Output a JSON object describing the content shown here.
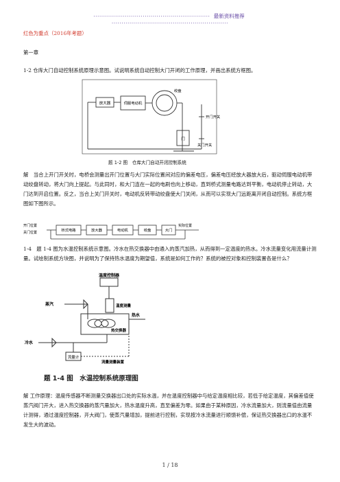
{
  "header": {
    "title": "最新资料推荐"
  },
  "note": "红色为重点（2016年考题）",
  "chapter": "第一章",
  "q1": {
    "text": "1-2 仓库大门自动控制系统原理示意图。试说明系统自动控制大门开闭的工作原理，并画出系统方框图。",
    "fig_caption": "题 1-2 图　仓库大门自动开闭控制系统",
    "labels": {
      "amp": "放大器",
      "motor": "伺服电动机",
      "drum": "绞盘",
      "door": "门",
      "open": "开门开关",
      "close": "关门开关"
    },
    "answer": "解　当合上开门开关时，电桥会测量出开门位置与大门实际位置间对应的偏差电压，偏差电压经放大器放大后，驱动伺服电动机带动绞盘转动，将大门向上提起。与此同时，和大门连在一起的电刷也向上移动，直到桥式测量电路达到平衡，电动机停止转动，大门达到开启位置。反之，当合上关门开关时，电动机反转带动绞盘使大门关闭，从而可以实现大门远距离开闭自动控制。系统方框图如下图所示。",
    "block": {
      "in1": "开门位置",
      "in2": "关门位置",
      "b1": "桥式电路",
      "b2": "放大器",
      "b3": "电动机",
      "b4": "绞盘",
      "b5": "大门",
      "out": "实际位置"
    }
  },
  "q2": {
    "text": "1-4　题 1-4 图为水温控制系统示意图。冷水在热交换器中由通入的蒸汽加热，从而得到一定温度的热水。冷水流量变化用流量计测量。试绘制系统方块图，并说明为了保持热水温度为期望值，系统是如何工作的？系统的被控对象和控制装置各是什么？",
    "fig_caption": "题 1-4 图　水温控制系统原理图",
    "labels": {
      "tc": "温度控制器",
      "tm": "温度测量",
      "steam": "蒸汽",
      "hot": "热水",
      "hx": "热交换器",
      "cold": "冷水",
      "flow": "流量计",
      "fc": "流量测量装置"
    },
    "answer": "解 工作原理：温度传感器不断测量交换器出口处的实际水温，并在温度控制器中与给定温度相比较，若低于给定温度，其偏差值使蒸汽阀门开大，进入热交换器的蒸汽量加大，热水温度升高，直至偏差为零。如果由于某种原因，冷水流量加大，则流量值由流量计测得，通过温度控制器，开大阀门，使蒸汽量增加，提前进行控制，实现按冷水流量进行顺馈补偿，保证热交换器出口的水温不发生大的波动。"
  },
  "footer": {
    "page": "1 / 18"
  }
}
